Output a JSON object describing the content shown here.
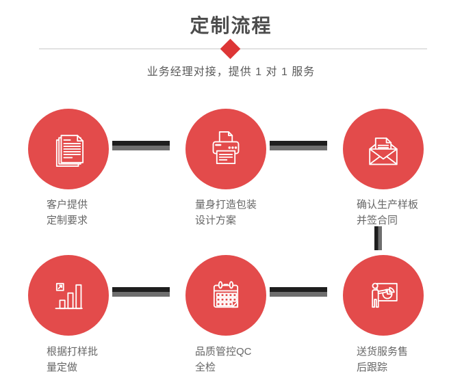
{
  "header": {
    "title": "定制流程",
    "subtitle": "业务经理对接，提供 1 对 1 服务"
  },
  "colors": {
    "accent_red": "#dd3636",
    "circle_red": "#e34b4b",
    "title_gray": "#4d4d4d",
    "label_gray": "#666666",
    "connector_dark": "#1e1e1e",
    "connector_gray": "#6e6e6e",
    "divider_gray": "#c9c9c9",
    "icon_stroke": "#ffffff"
  },
  "steps": [
    {
      "icon": "documents-icon",
      "lines": [
        "客户提供",
        "定制要求"
      ]
    },
    {
      "icon": "printer-icon",
      "lines": [
        "量身打造包装",
        "设计方案"
      ]
    },
    {
      "icon": "envelope-icon",
      "lines": [
        "确认生产样板",
        "并签合同"
      ]
    },
    {
      "icon": "bar-chart-icon",
      "lines": [
        "根据打样批",
        "量定做"
      ]
    },
    {
      "icon": "calendar-icon",
      "lines": [
        "品质管控QC",
        "全检"
      ]
    },
    {
      "icon": "presentation-icon",
      "lines": [
        "送货服务售",
        "后跟踪"
      ]
    }
  ]
}
